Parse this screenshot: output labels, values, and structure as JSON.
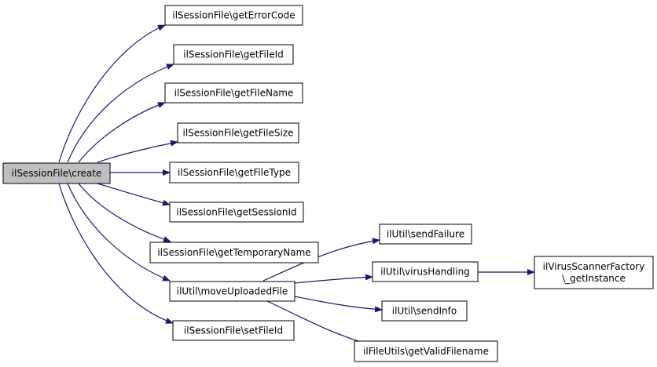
{
  "colors": {
    "edge": "#191970",
    "node_border": "#000000",
    "node_fill": "#ffffff",
    "root_fill": "#bfbfbf"
  },
  "nodes": {
    "create": [
      "ilSessionFile\\create"
    ],
    "getErrorCode": [
      "ilSessionFile\\getErrorCode"
    ],
    "getFileId": [
      "ilSessionFile\\getFileId"
    ],
    "getFileName": [
      "ilSessionFile\\getFileName"
    ],
    "getFileSize": [
      "ilSessionFile\\getFileSize"
    ],
    "getFileType": [
      "ilSessionFile\\getFileType"
    ],
    "getSessionId": [
      "ilSessionFile\\getSessionId"
    ],
    "getTemporaryName": [
      "ilSessionFile\\getTemporaryName"
    ],
    "moveUploadedFile": [
      "ilUtil\\moveUploadedFile"
    ],
    "setFileId": [
      "ilSessionFile\\setFileId"
    ],
    "sendFailure": [
      "ilUtil\\sendFailure"
    ],
    "virusHandling": [
      "ilUtil\\virusHandling"
    ],
    "sendInfo": [
      "ilUtil\\sendInfo"
    ],
    "getValidFilename": [
      "ilFileUtils\\getValidFilename"
    ],
    "getInstance": [
      "ilVirusScannerFactory",
      "\\_getInstance"
    ]
  }
}
